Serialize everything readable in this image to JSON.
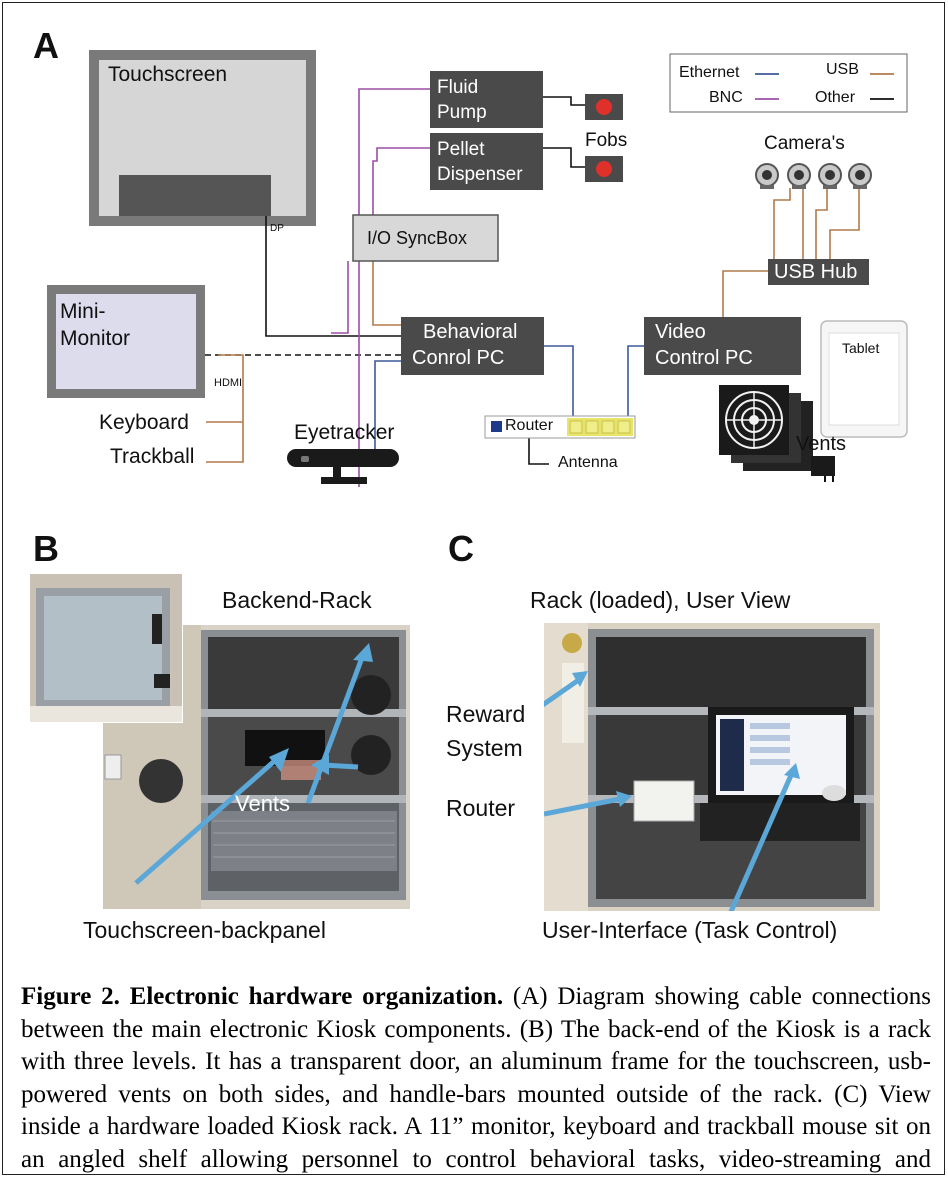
{
  "panel_a": {
    "letter": "A",
    "touchscreen": "Touchscreen",
    "dp": "DP",
    "mini_monitor_line1": "Mini-",
    "mini_monitor_line2": "Monitor",
    "hdmi": "HDMI",
    "keyboard": "Keyboard",
    "trackball": "Trackball",
    "eyetracker": "Eyetracker",
    "fluid_pump_line1": "Fluid",
    "fluid_pump_line2": "Pump",
    "pellet_line1": "Pellet",
    "pellet_line2": "Dispenser",
    "fobs": "Fobs",
    "syncbox": "I/O SyncBox",
    "behavioral_line1": "Behavioral",
    "behavioral_line2": "Conrol PC",
    "router": "Router",
    "antenna": "Antenna",
    "video_line1": "Video",
    "video_line2": "Control PC",
    "usb_hub": "USB Hub",
    "cameras": "Camera's",
    "tablet": "Tablet",
    "vents": "Vents",
    "legend": {
      "ethernet": "Ethernet",
      "usb": "USB",
      "bnc": "BNC",
      "other": "Other"
    },
    "colors": {
      "ethernet": "#3c5a9a",
      "usb": "#b07a4a",
      "bnc": "#9b4fa6",
      "other": "#111111",
      "box": "#4a4a4a"
    }
  },
  "panel_b": {
    "letter": "B",
    "title": "Backend-Rack",
    "vents": "Vents",
    "backpanel": "Touchscreen-backpanel"
  },
  "panel_c": {
    "letter": "C",
    "title": "Rack (loaded), User View",
    "reward_line1": "Reward",
    "reward_line2": "System",
    "router": "Router",
    "ui": "User-Interface (Task Control)"
  },
  "caption": {
    "bold": "Figure 2. Electronic hardware organization.",
    "text": " (A) Diagram showing cable connections between the main electronic Kiosk components. (B) The back-end of the Kiosk is a rack with three levels. It has a transparent door, an aluminum frame for the touchscreen, usb-powered vents on both sides, and handle-bars mounted outside of the rack. (C) View inside a hardware loaded Kiosk rack. A 11” monitor, keyboard and trackball mouse sit on an angled shelf allowing personnel to control behavioral tasks, video-streaming and reward delivery."
  }
}
